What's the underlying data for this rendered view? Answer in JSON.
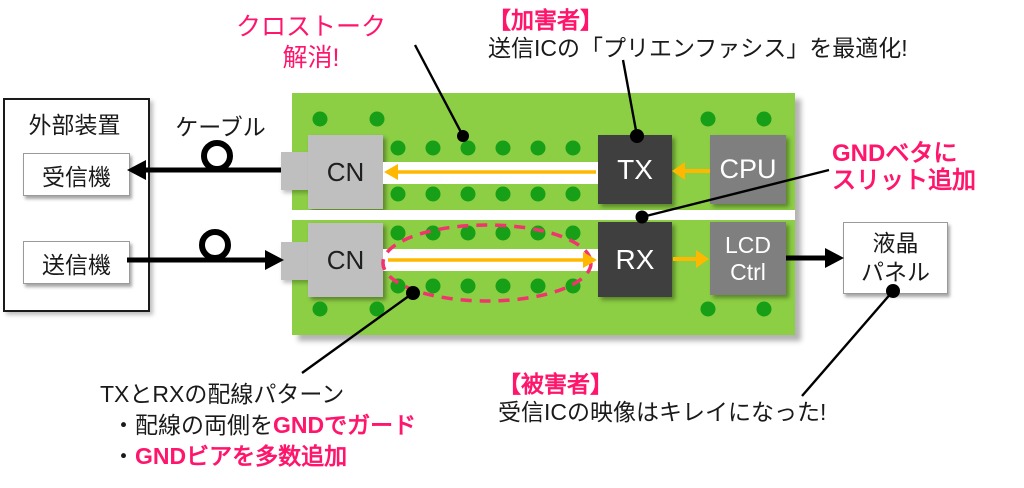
{
  "colors": {
    "board_green": "#8CCE44",
    "via_green": "#17A017",
    "orange": "#FFB800",
    "pink": "#FF156B",
    "ellipse_pink": "#F2336E",
    "block_dark": "#3F3F3F",
    "block_mid": "#7F7F7F",
    "block_light": "#BFBFBF"
  },
  "external_device": {
    "title": "外部装置",
    "receiver": "受信機",
    "transmitter": "送信機"
  },
  "cable": {
    "label": "ケーブル"
  },
  "board": {
    "cn_top": "CN",
    "cn_bottom": "CN",
    "tx": "TX",
    "cpu": "CPU",
    "rx": "RX",
    "lcd_ctrl_line1": "LCD",
    "lcd_ctrl_line2": "Ctrl"
  },
  "lcd_panel": {
    "line1": "液晶",
    "line2": "パネル"
  },
  "annotations": {
    "crosstalk": {
      "line1": "クロストーク",
      "line2": "解消!"
    },
    "attacker": {
      "heading": "【加害者】",
      "body": "送信ICの「プリエンファシス」を最適化!"
    },
    "gnd_slit": {
      "line1": "GNDベタに",
      "line2": "スリット追加"
    },
    "victim": {
      "heading": "【被害者】",
      "body": "受信ICの映像はキレイになった!"
    },
    "wiring_note": {
      "line1": "TXとRXの配線パターン",
      "line2_prefix": "・配線の両側を",
      "line2_emphasis": "GNDでガード",
      "line3_prefix": "・",
      "line3_emphasis": "GNDビアを多数追加"
    }
  }
}
